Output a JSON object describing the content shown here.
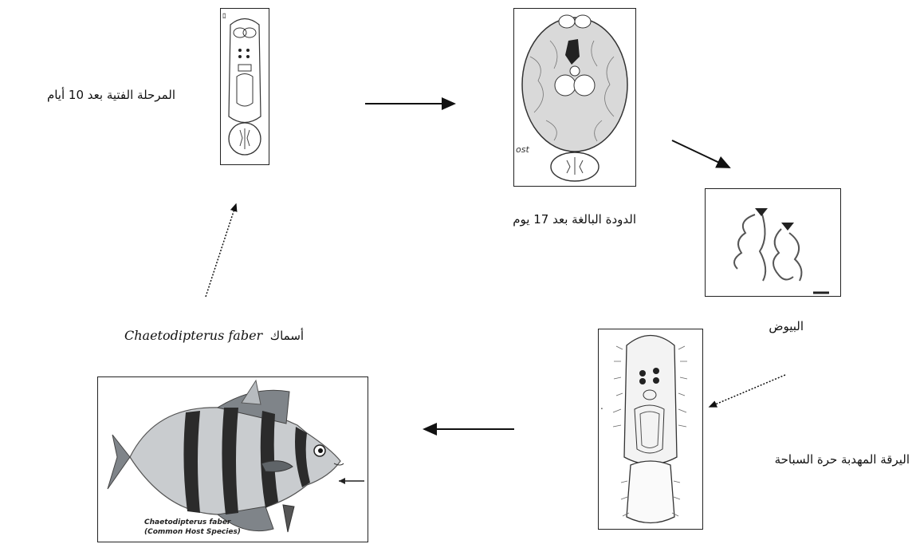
{
  "stages": {
    "juvenile": "المرحلة الفتية بعد 10 أيام",
    "adult": "الدودة البالغة  بعد 17 يوم",
    "eggs": "البيوض",
    "larva": "اليرقة المهدبة حرة السباحة",
    "host_prefix": "أسماك",
    "host_species": "Chaetodipterus faber"
  },
  "adult_image_text": "ost",
  "fish_caption": {
    "line1": "Chaetodipterus faber",
    "line2": "(Common Host Species)"
  },
  "colors": {
    "ink": "#222222",
    "fish_body": "#c9cccf",
    "fish_band": "#2b2b2b",
    "fin": "#6e7277"
  },
  "icons": [
    "juvenile-worm-illustration",
    "adult-worm-illustration",
    "eggs-illustration",
    "oncomiracidium-illustration",
    "fish-illustration"
  ]
}
